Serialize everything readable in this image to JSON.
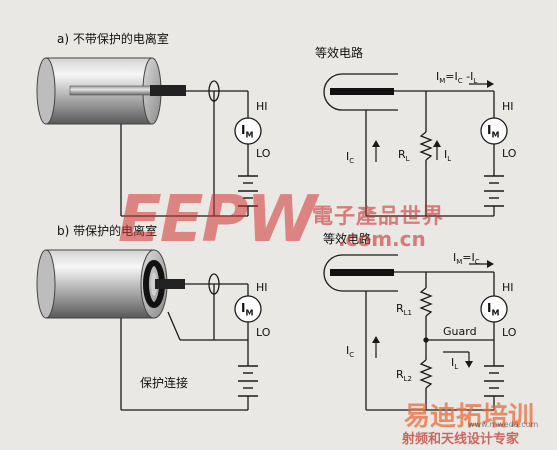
{
  "section_a": {
    "title": "a)  不带保护的电离室",
    "equiv_title": "等效电路"
  },
  "section_b": {
    "title": "b)  带保护的电离室",
    "equiv_title": "等效电路",
    "guard_connection": "保护连接"
  },
  "meter": {
    "hi": "HI",
    "lo": "LO",
    "symbol": "I",
    "sub": "M"
  },
  "labels": {
    "im_ic_il": "I",
    "im_eq_ic": "I",
    "rl": "R",
    "rl1": "R",
    "rl2": "R",
    "ic": "I",
    "il": "I",
    "guard": "Guard"
  },
  "watermarks": {
    "logo": "EEPW",
    "cn_name": "電子產品世界",
    "cn_domain": ".com.cn",
    "site": "易迪拓培训",
    "site_url": "www.mweda.com",
    "site_tagline": "射频和天线设计专家"
  },
  "colors": {
    "line": "#1a1a1a",
    "bg": "#e9e8e4",
    "watermark_red": "#d23232"
  }
}
